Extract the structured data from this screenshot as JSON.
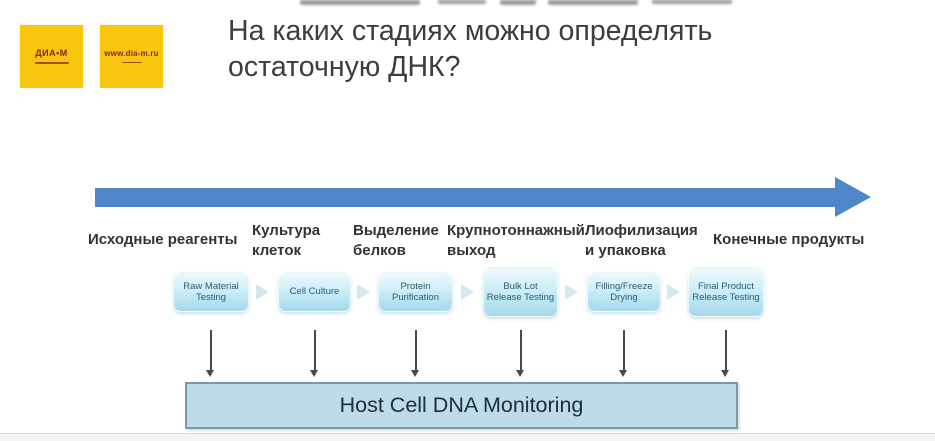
{
  "slide": {
    "title_line1": "На каких стадиях можно определять",
    "title_line2": "остаточную ДНК?",
    "logos": [
      {
        "text": "ДИА•М"
      },
      {
        "text": "www.dia-m.ru"
      }
    ],
    "stages": [
      {
        "label": "Исходные реагенты",
        "box": "Raw Material Testing"
      },
      {
        "label": "Культура клеток",
        "box": "Cell Culture"
      },
      {
        "label": "Выделение белков",
        "box": "Protein Purification"
      },
      {
        "label": "Крупнотоннажный выход",
        "box": "Bulk Lot Release Testing"
      },
      {
        "label": "Лиофилизация и упаковка",
        "box": "Filling/Freeze Drying"
      },
      {
        "label": "Конечные продукты",
        "box": "Final Product Release Testing"
      }
    ],
    "monitor_box_label": "Host Cell DNA Monitoring",
    "colors": {
      "flow_arrow_blue": "#4e87c8",
      "logo_yellow": "#f8c60f",
      "logo_text_maroon": "#8c2424",
      "process_box_fill_top": "#eefafd",
      "process_box_fill_bottom": "#a6d9ec",
      "process_box_text": "#2b5d77",
      "monitor_box_fill": "#bddcea",
      "monitor_box_border": "#7d98a5",
      "title_text": "#3d3d3d"
    }
  }
}
